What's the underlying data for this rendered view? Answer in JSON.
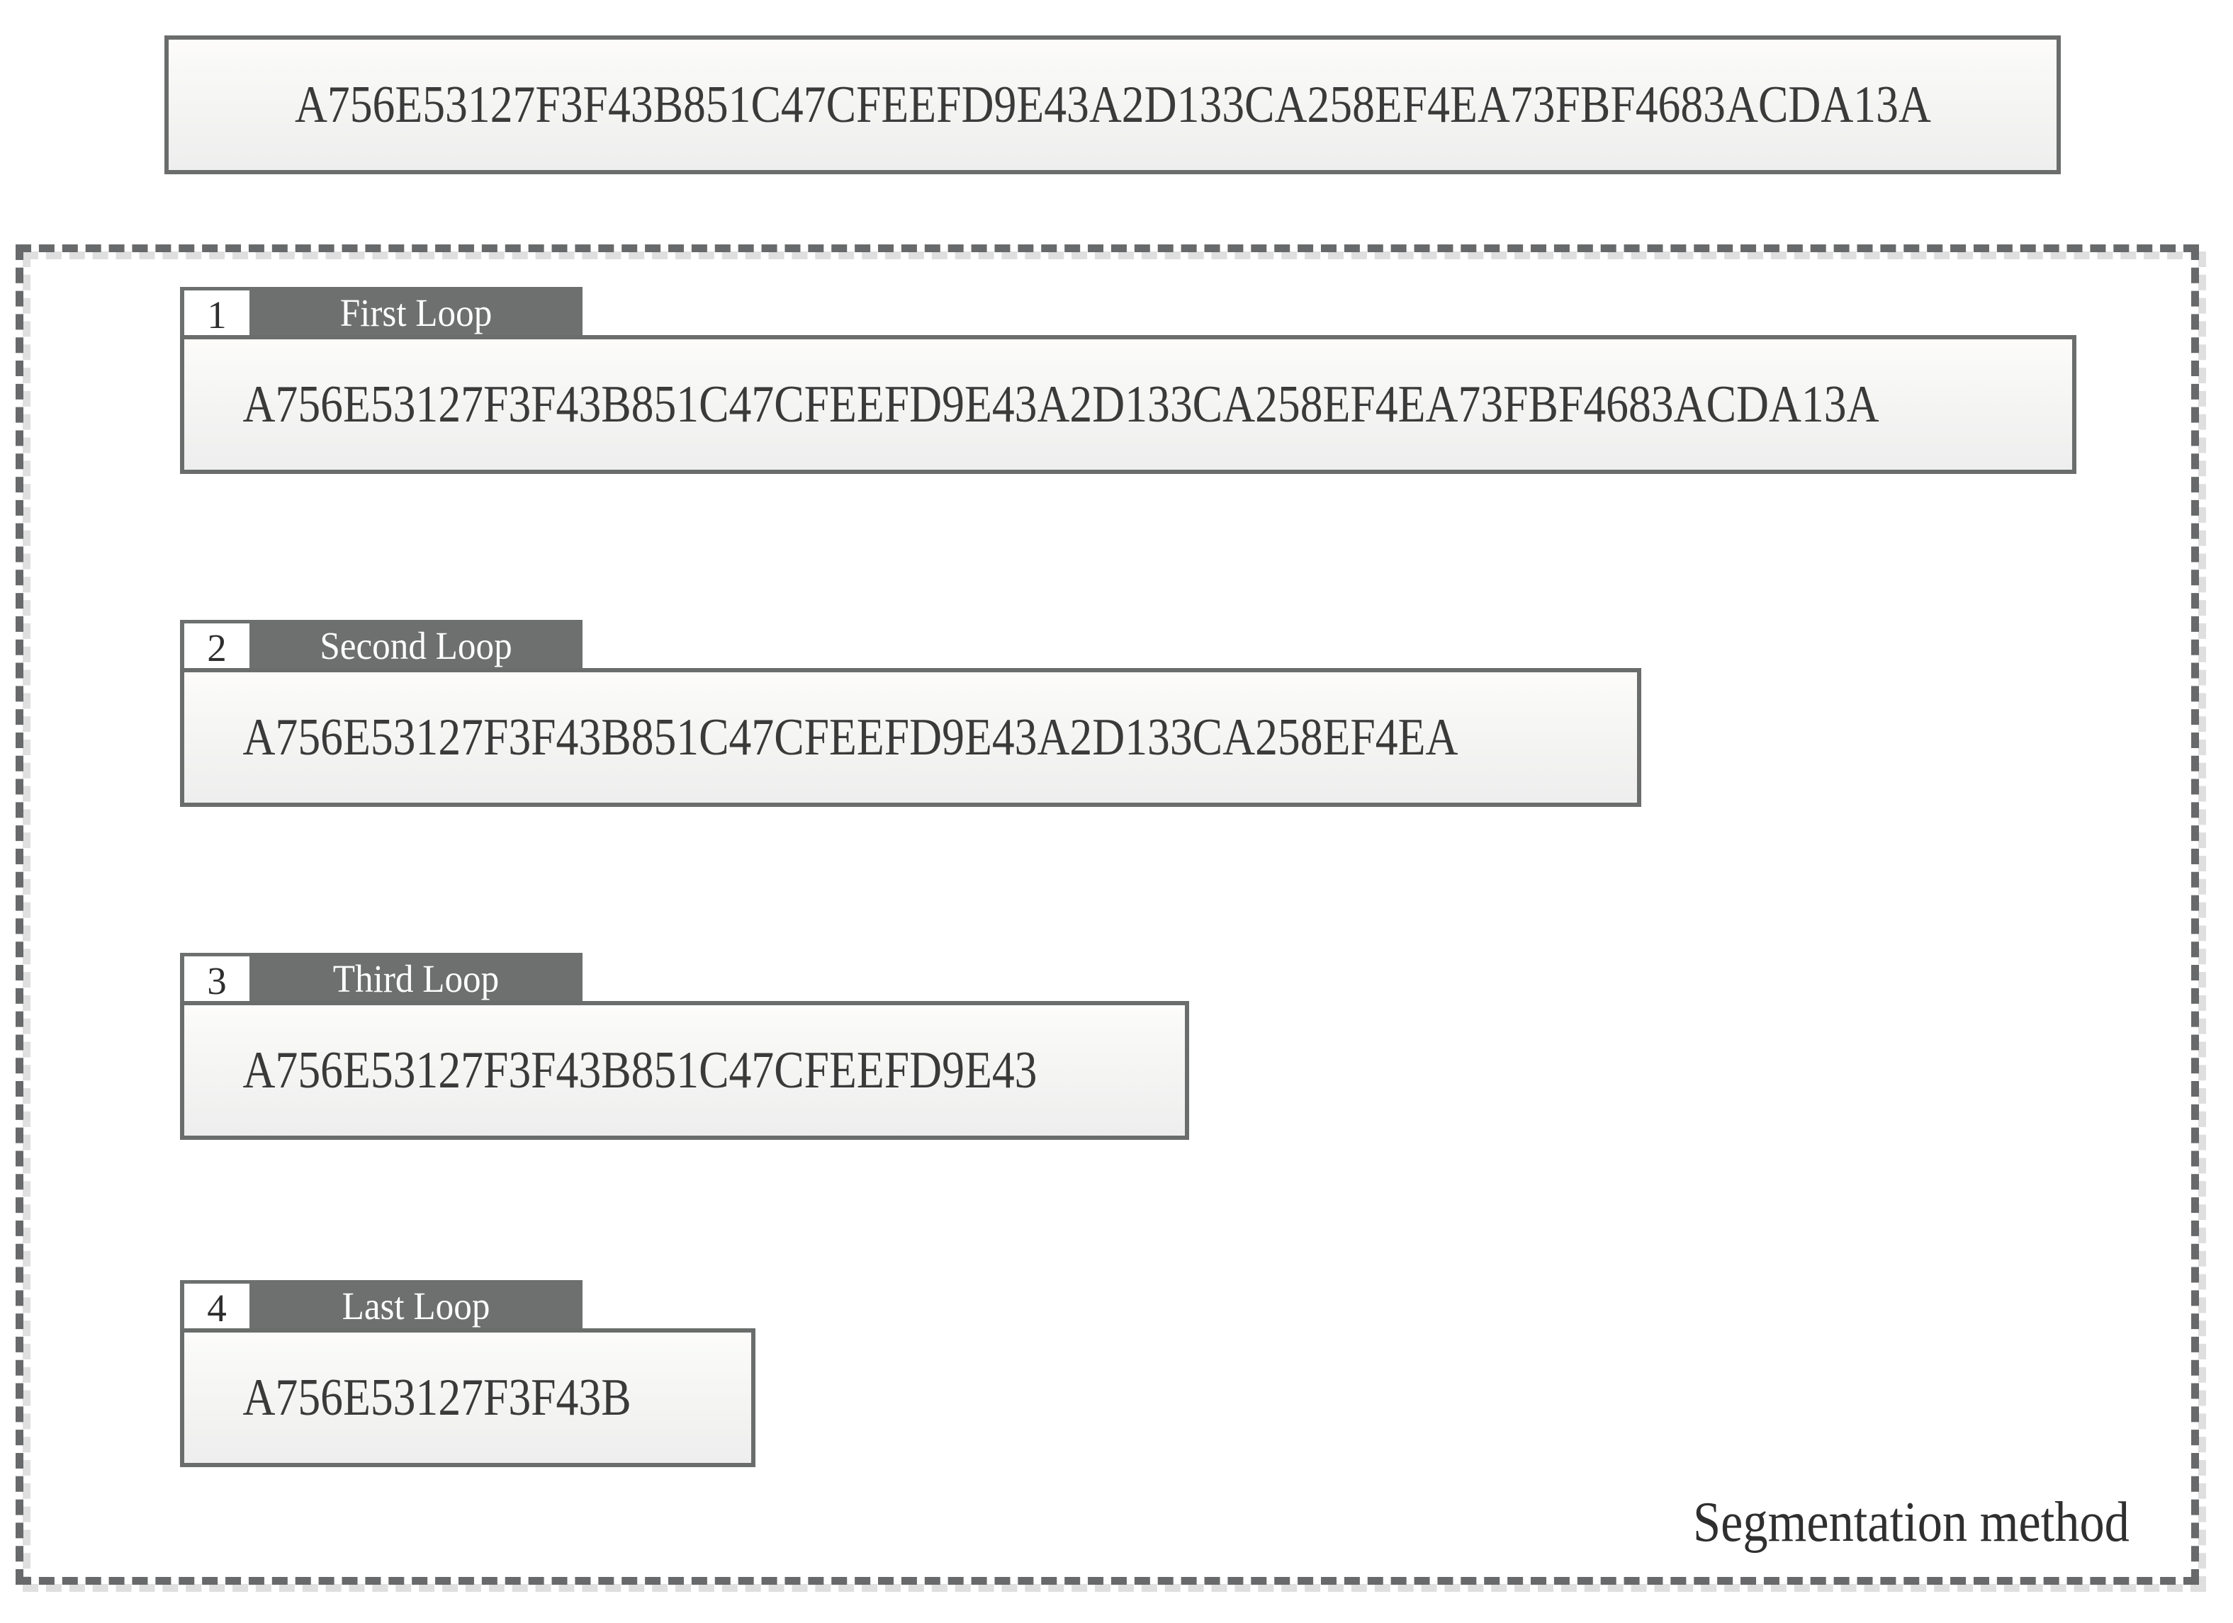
{
  "original": {
    "name": "original-data",
    "hex_value": "A756E53127F3F43B851C47CFEEFD9E43A2D133CA258EF4EA73FBF4683ACDA13A"
  },
  "segmentation": {
    "caption": "Segmentation method",
    "loops": [
      {
        "index": "1",
        "title": "First Loop",
        "hex_value": "A756E53127F3F43B851C47CFEEFD9E43A2D133CA258EF4EA73FBF4683ACDA13A"
      },
      {
        "index": "2",
        "title": "Second Loop",
        "hex_value": "A756E53127F3F43B851C47CFEEFD9E43A2D133CA258EF4EA"
      },
      {
        "index": "3",
        "title": "Third Loop",
        "hex_value": "A756E53127F3F43B851C47CFEEFD9E43"
      },
      {
        "index": "4",
        "title": "Last Loop",
        "hex_value": "A756E53127F3F43B"
      }
    ]
  },
  "colors": {
    "border_gray": "#6b6c6c",
    "header_gray": "#6e6f6f",
    "dashed_gray": "#68696a",
    "dashed_shadow": "#dfdfdf",
    "text_dark": "#3a3a3a",
    "badge_white": "#ffffff"
  }
}
